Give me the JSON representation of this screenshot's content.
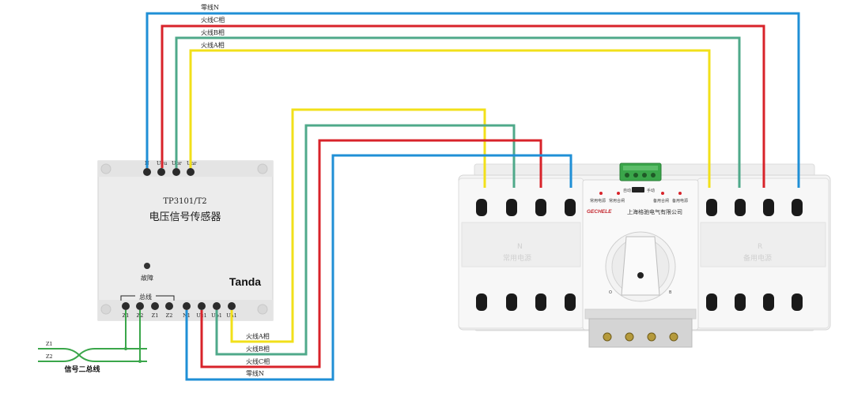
{
  "top_wires": {
    "neutral": "零线N",
    "phase_c": "火线C相",
    "phase_b": "火线B相",
    "phase_a": "火线A相"
  },
  "bottom_wires": {
    "phase_a": "火线A相",
    "phase_b": "火线B相",
    "phase_c": "火线C相",
    "neutral": "零线N"
  },
  "sensor": {
    "model": "TP3101/T2",
    "name": "电压信号传感器",
    "fault_label": "故障",
    "brand": "Tanda",
    "bus_label": "总线",
    "top_terminals": [
      "N",
      "Ucu",
      "Ubr",
      "Uar"
    ],
    "bottom_terminals": [
      "Z1",
      "Z2",
      "Z1",
      "Z2",
      "N1",
      "Uc1",
      "Ub1",
      "Ua1"
    ]
  },
  "signal_bus": {
    "line1": "Z1",
    "line2": "Z2",
    "label": "信号二总线"
  },
  "ats": {
    "brand": "GECHELE",
    "company": "上海格驰电气有限公司",
    "left_side_letter": "N",
    "right_side_letter": "R",
    "left_side_text": "常用电源",
    "right_side_text": "备用电源",
    "mode_auto": "自动",
    "mode_manual": "手动",
    "indicators": [
      "常用电源",
      "常用合闸",
      "备用合闸",
      "备用电源"
    ]
  },
  "colors": {
    "neutral": "#1f8fd6",
    "phase_c": "#d8232a",
    "phase_b": "#4fa98a",
    "phase_a": "#f2e01a",
    "terminal_block": "#3aa64a"
  }
}
